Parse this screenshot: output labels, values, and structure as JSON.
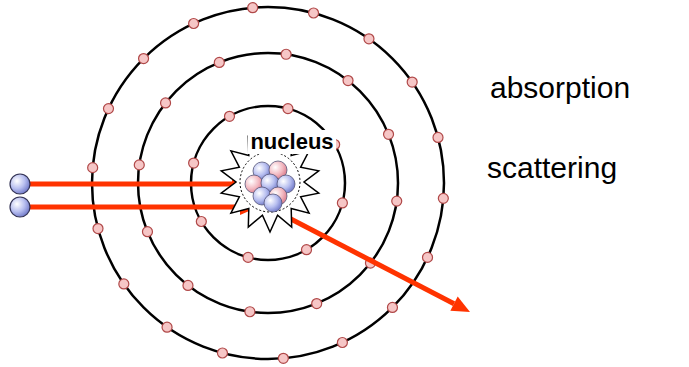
{
  "diagram": {
    "nodes": [
      {
        "text": [
          "nucleus"
        ]
      }
    ],
    "labels": [
      "absorption",
      "scattering"
    ]
  }
}
